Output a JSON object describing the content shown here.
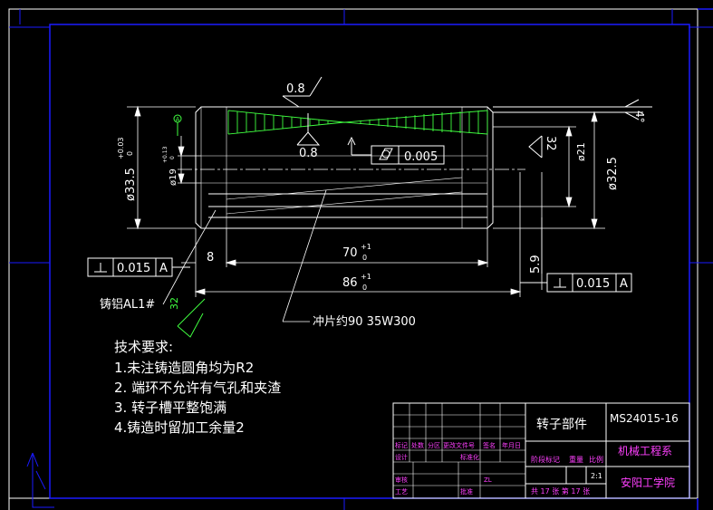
{
  "drawing": {
    "tolerance_top": "0.8",
    "tolerance_mid": "0.8",
    "flatness_value": "0.005",
    "angle_value": "4°",
    "roughness_right": "32",
    "roughness_bottom": "32",
    "dim_outer_left": "ø33.5",
    "dim_outer_left_tol_upper": "+0.03",
    "dim_outer_left_tol_lower": "0",
    "dim_bore": "ø19",
    "dim_bore_tol": "+0.13",
    "dim_bore_tol_lower": "0",
    "dim_inner_right": "ø21",
    "dim_outer_right": "ø32.5",
    "dim_len_70": "70",
    "dim_len_70_tol_upper": "+1",
    "dim_len_70_tol_lower": "0",
    "dim_len_86": "86",
    "dim_len_86_tol_upper": "+1",
    "dim_len_86_tol_lower": "0",
    "dim_8": "8",
    "dim_59": "5.9",
    "perp_left_value": "0.015",
    "perp_left_datum": "A",
    "perp_right_value": "0.015",
    "perp_right_datum": "A",
    "label_cast": "铸铝AL1#",
    "label_lamination": "冲片约90  35W300",
    "datum_left_marker": "A"
  },
  "notes": {
    "heading": "技术要求:",
    "items": [
      "1.未注铸造圆角均为R2",
      "2. 端环不允许有气孔和夹渣",
      "3. 转子槽平整饱满",
      "4.铸造时留加工余量2"
    ]
  },
  "title_block": {
    "part_name": "转子部件",
    "part_code": "MS24015-16",
    "department": "机械工程系",
    "school": "安阳工学院",
    "hdr_1": "标记",
    "hdr_2": "处数",
    "hdr_3": "分区",
    "hdr_4": "更改文件号",
    "hdr_5": "签名",
    "hdr_6": "年月日",
    "row_design": "设计",
    "row_std": "标准化",
    "row_review": "审核",
    "row_process": "工艺",
    "row_approve": "批准",
    "cell_zl": "ZL",
    "stage_label": "阶段标记",
    "weight_label": "重量",
    "scale_label": "比例",
    "scale_value": "2:1",
    "sheet_info": "共 17 张 第 17 张"
  },
  "colors": {
    "background": "#000000",
    "lines": "#ffffff",
    "frame": "#1a1aff",
    "hatch": "#40ff40",
    "title_text": "#ff40ff"
  }
}
